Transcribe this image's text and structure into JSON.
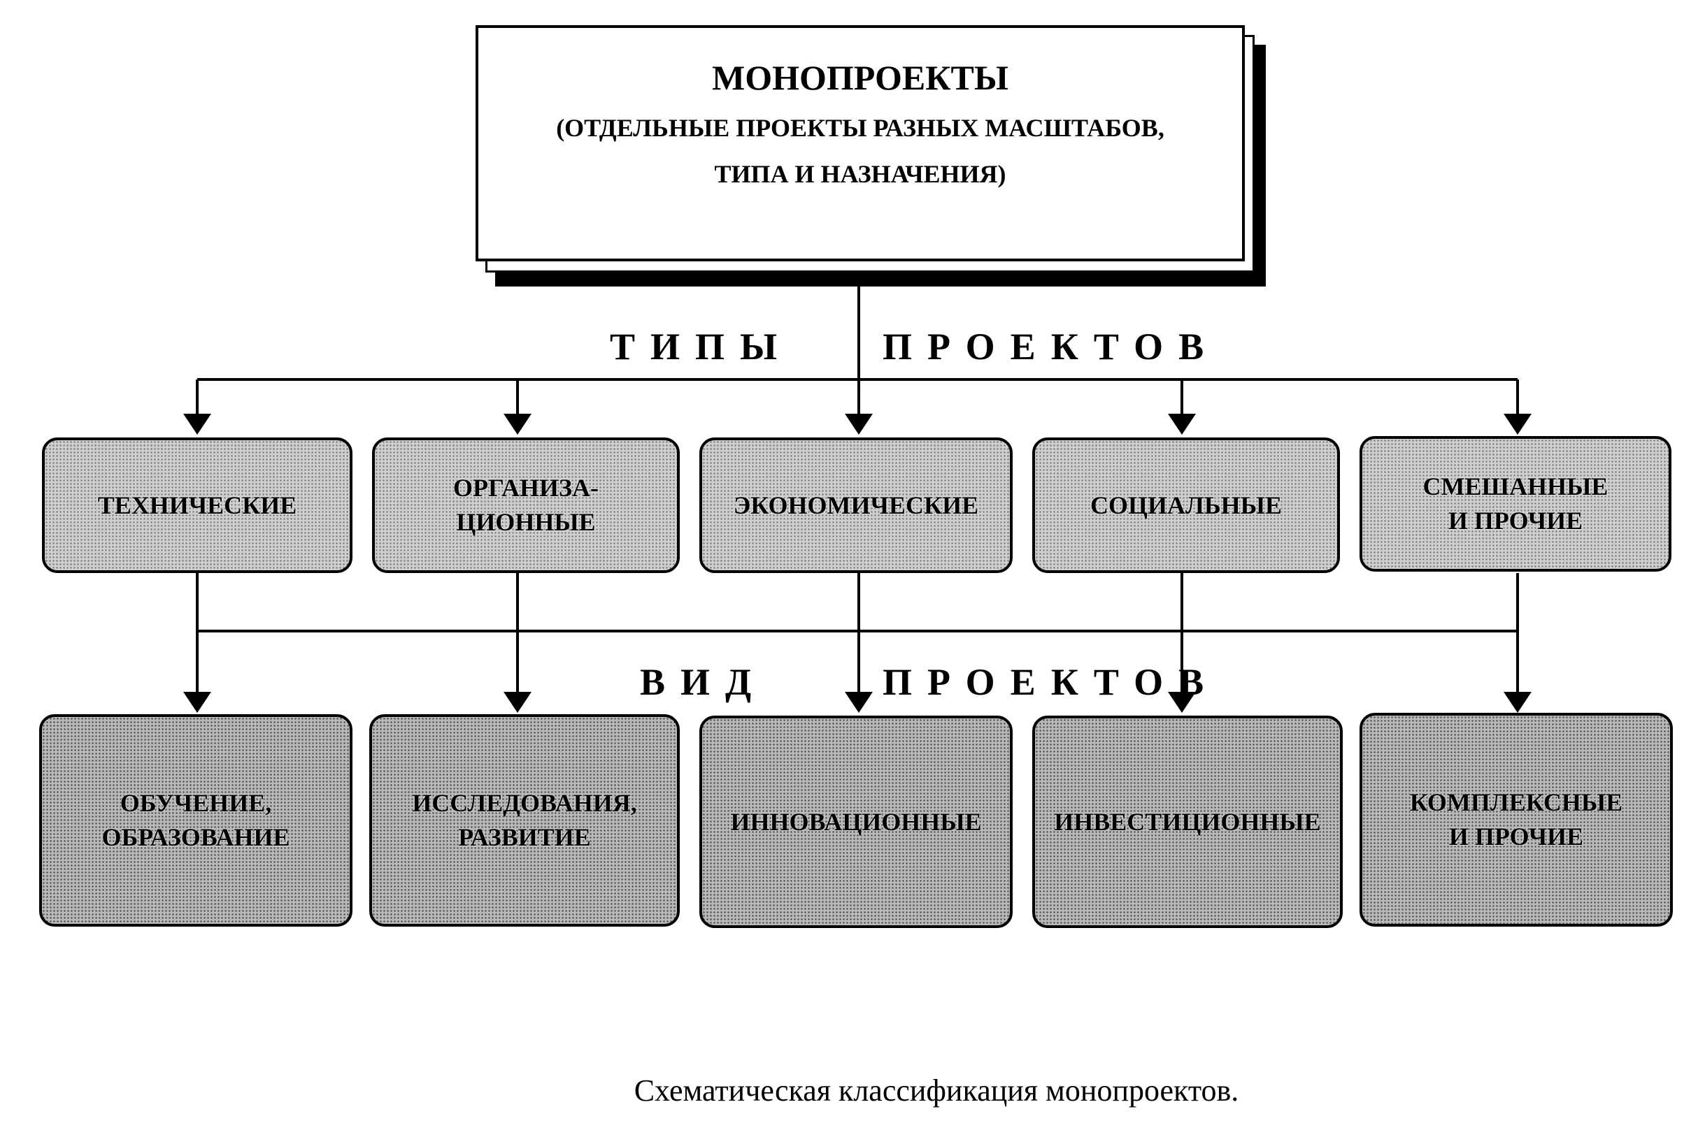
{
  "title": {
    "main": "МОНОПРОЕКТЫ",
    "line1": "(ОТДЕЛЬНЫЕ ПРОЕКТЫ РАЗНЫХ МАСШТАБОВ,",
    "line2": "ТИПА И НАЗНАЧЕНИЯ)"
  },
  "section_types": {
    "left": "ТИПЫ",
    "right": "ПРОЕКТОВ"
  },
  "section_kinds": {
    "left": "ВИД",
    "right": "ПРОЕКТОВ"
  },
  "types": [
    {
      "label": "ТЕХНИЧЕСКИЕ"
    },
    {
      "label": "ОРГАНИЗА-\nЦИОННЫЕ"
    },
    {
      "label": "ЭКОНОМИЧЕСКИЕ"
    },
    {
      "label": "СОЦИАЛЬНЫЕ"
    },
    {
      "label": "СМЕШАННЫЕ\nИ ПРОЧИЕ"
    }
  ],
  "kinds": [
    {
      "label": "ОБУЧЕНИЕ,\nОБРАЗОВАНИЕ"
    },
    {
      "label": "ИССЛЕДОВАНИЯ,\nРАЗВИТИЕ"
    },
    {
      "label": "ИННОВАЦИОННЫЕ"
    },
    {
      "label": "ИНВЕСТИЦИОННЫЕ"
    },
    {
      "label": "КОМПЛЕКСНЫЕ\nИ ПРОЧИЕ"
    }
  ],
  "caption": "Схематическая классификация монопроектов."
}
